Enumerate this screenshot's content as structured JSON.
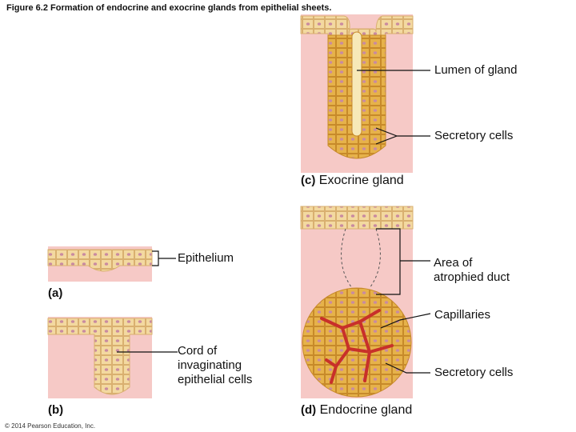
{
  "figure_title": "Figure 6.2 Formation of endocrine and exocrine glands from epithelial sheets.",
  "panels": {
    "a": {
      "letter": "(a)",
      "labels": {
        "epithelium": "Epithelium"
      }
    },
    "b": {
      "letter": "(b)",
      "labels": {
        "cord": [
          "Cord of",
          "invaginating",
          "epithelial cells"
        ]
      }
    },
    "c": {
      "letter": "(c)",
      "name": "Exocrine gland",
      "labels": {
        "lumen": "Lumen of gland",
        "secretory": "Secretory cells"
      }
    },
    "d": {
      "letter": "(d)",
      "name": "Endocrine gland",
      "labels": {
        "atrophied": [
          "Area of",
          "atrophied duct"
        ],
        "capillaries": "Capillaries",
        "secretory": "Secretory cells"
      }
    }
  },
  "copyright": "© 2014 Pearson Education, Inc.",
  "colors": {
    "tissue": "#f6c9c6",
    "cell": "#e8b54a",
    "cell_border": "#c78a2a",
    "nucleus": "#c98ba0",
    "capillary": "#c8302a",
    "epithelium_light": "#f3d9a0"
  }
}
